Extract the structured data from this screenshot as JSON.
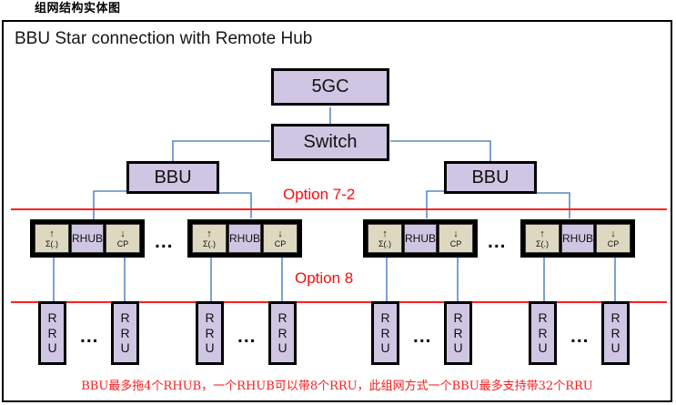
{
  "header": {
    "title": "组网结构实体图"
  },
  "diagram": {
    "title": "BBU Star connection with Remote Hub",
    "caption": "BBU最多拖4个RHUB，一个RHUB可以带8个RRU，此组网方式一个BBU最多支持带32个RRU",
    "colors": {
      "node_fill": "#cfc6e3",
      "rhub_side_fill": "#ddd8bf",
      "node_border": "#000000",
      "link": "#5b8ac0",
      "option_red": "#fc0d0d",
      "caption_red": "#fd1a1a"
    },
    "core": {
      "label": "5GC"
    },
    "switch": {
      "label": "Switch"
    },
    "bbus": [
      {
        "label": "BBU"
      },
      {
        "label": "BBU"
      }
    ],
    "options": [
      {
        "label": "Option 7-2"
      },
      {
        "label": "Option 8"
      }
    ],
    "rhub_cells": {
      "left_glyph": "↑",
      "left_label": "Σ(.)",
      "middle_label": "RHUB",
      "right_glyph": "↓",
      "right_label": "CP"
    },
    "rhubs": [
      {
        "name": "rhub-1"
      },
      {
        "name": "rhub-2"
      },
      {
        "name": "rhub-3"
      },
      {
        "name": "rhub-4"
      }
    ],
    "rru": {
      "line1": "R",
      "line2": "R",
      "line3": "U"
    },
    "rrus": [
      {
        "name": "rru-1"
      },
      {
        "name": "rru-2"
      },
      {
        "name": "rru-3"
      },
      {
        "name": "rru-4"
      },
      {
        "name": "rru-5"
      },
      {
        "name": "rru-6"
      },
      {
        "name": "rru-7"
      },
      {
        "name": "rru-8"
      }
    ],
    "ellipses": [
      {
        "label": "..."
      },
      {
        "label": "..."
      },
      {
        "label": "..."
      },
      {
        "label": "..."
      },
      {
        "label": "..."
      },
      {
        "label": "..."
      }
    ]
  }
}
